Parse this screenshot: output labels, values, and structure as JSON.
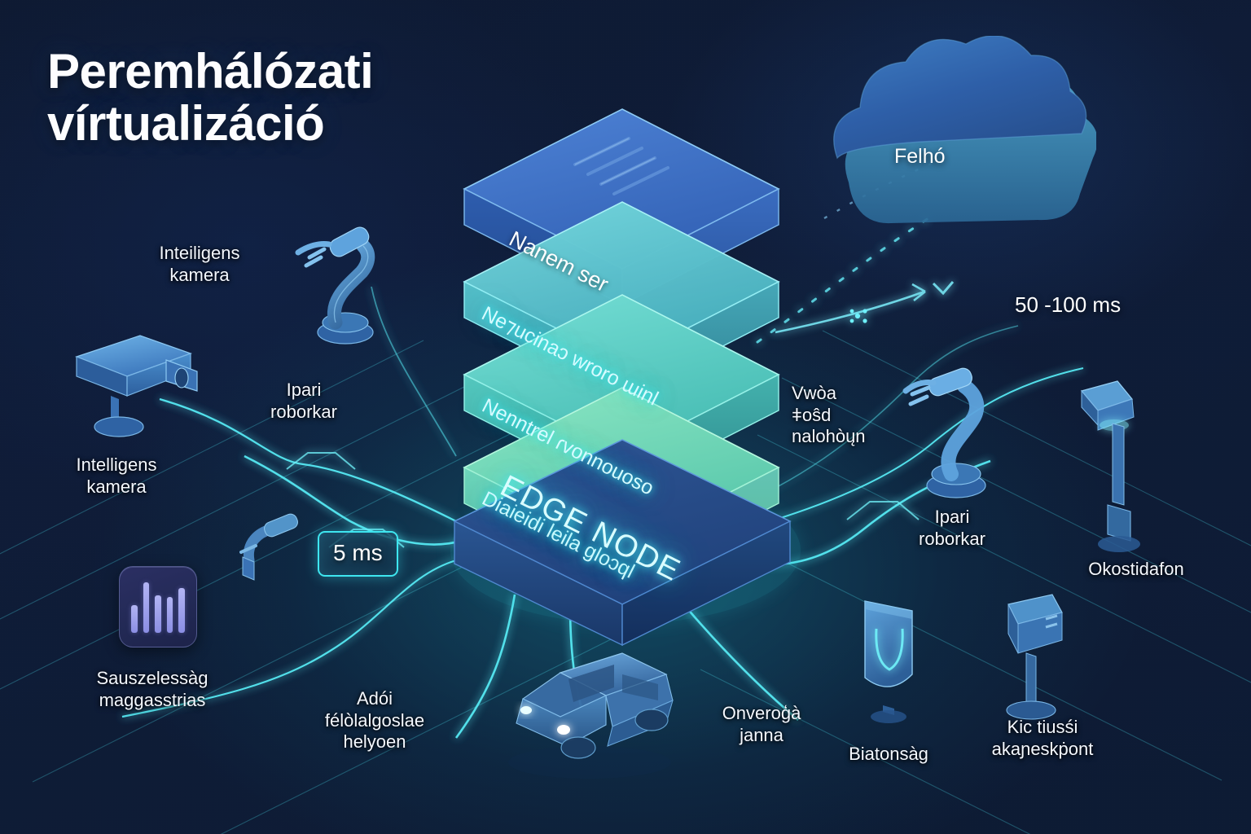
{
  "meta": {
    "domain": "infographic-diagram",
    "background_color": "#0e1a33",
    "accent_cyan": "#3ee6f0",
    "accent_blue": "#2f6fd0",
    "accent_purple": "#8b8ee4",
    "text_color": "#f4f8ff"
  },
  "title": {
    "line1": "Peremhálózati",
    "line2": "vírtualizáció",
    "full": "Peremhálózati\nvírtualizáció"
  },
  "center_stack": {
    "base_label": "EDGE NODE",
    "layers": [
      {
        "index": 0,
        "label": "Nanem ser",
        "color_top": "#4a7fd4",
        "color_front": "#2f5fb5",
        "glow": false
      },
      {
        "index": 1,
        "label": "Ne⁊ucinaɔ wroro ɯinl",
        "color_top": "#5fd3d8",
        "color_front": "#3fa9b8",
        "glow": true
      },
      {
        "index": 2,
        "label": "Nenntrel ɾvonnouoso",
        "color_top": "#62dcd4",
        "color_front": "#42b5ae",
        "glow": true
      },
      {
        "index": 3,
        "label": "Diaieidi leila gloɔql",
        "color_top": "#79e3c0",
        "color_front": "#4fc0a0",
        "glow": true
      }
    ]
  },
  "cloud": {
    "label": "Felhó"
  },
  "latency": [
    {
      "id": "edge-latency",
      "value": "5 ms",
      "style": "boxed"
    },
    {
      "id": "cloud-latency",
      "value": "50 -100 ms",
      "style": "plain"
    }
  ],
  "icons": {
    "bandwidth": {
      "name": "bar-chart-icon",
      "bars": [
        34,
        62,
        46,
        44,
        55
      ]
    }
  },
  "labels": [
    {
      "id": "smart-camera-top",
      "text": "Inteiligens\nkamera",
      "icon": "camera-icon"
    },
    {
      "id": "smart-camera-left",
      "text": "Intelligens\nkamera",
      "icon": "camera-icon"
    },
    {
      "id": "industrial-robot-l",
      "text": "Ipari\nroborkar",
      "icon": "robot-arm-icon"
    },
    {
      "id": "industrial-robot-r",
      "text": "Ipari\nroborkar",
      "icon": "robot-arm-icon"
    },
    {
      "id": "bandwidth",
      "text": "Sauszelessàg\nmaggasstrias",
      "icon": "bar-chart-icon"
    },
    {
      "id": "local-processing",
      "text": "Adói\nfélòlalgoslae\nhelyoen",
      "icon": "none"
    },
    {
      "id": "autonomous-vehicle",
      "text": "Onveroģà\njanna",
      "icon": "car-icon"
    },
    {
      "id": "security",
      "text": "Biatonsàg",
      "icon": "shield-icon"
    },
    {
      "id": "low-latency-point",
      "text": "Kic tiusśi\nakaɲeskṗont",
      "icon": "post-icon"
    },
    {
      "id": "smart-lamp",
      "text": "Okostidafon",
      "icon": "streetlight-icon"
    },
    {
      "id": "cloud-uplink",
      "text": "Vwòa\nǂoŝd\nnalohòųn",
      "icon": "none"
    }
  ],
  "connections": {
    "count": 9,
    "style": "glowing-cyan-curves",
    "cloud_link_style": "dashed-cyan"
  }
}
